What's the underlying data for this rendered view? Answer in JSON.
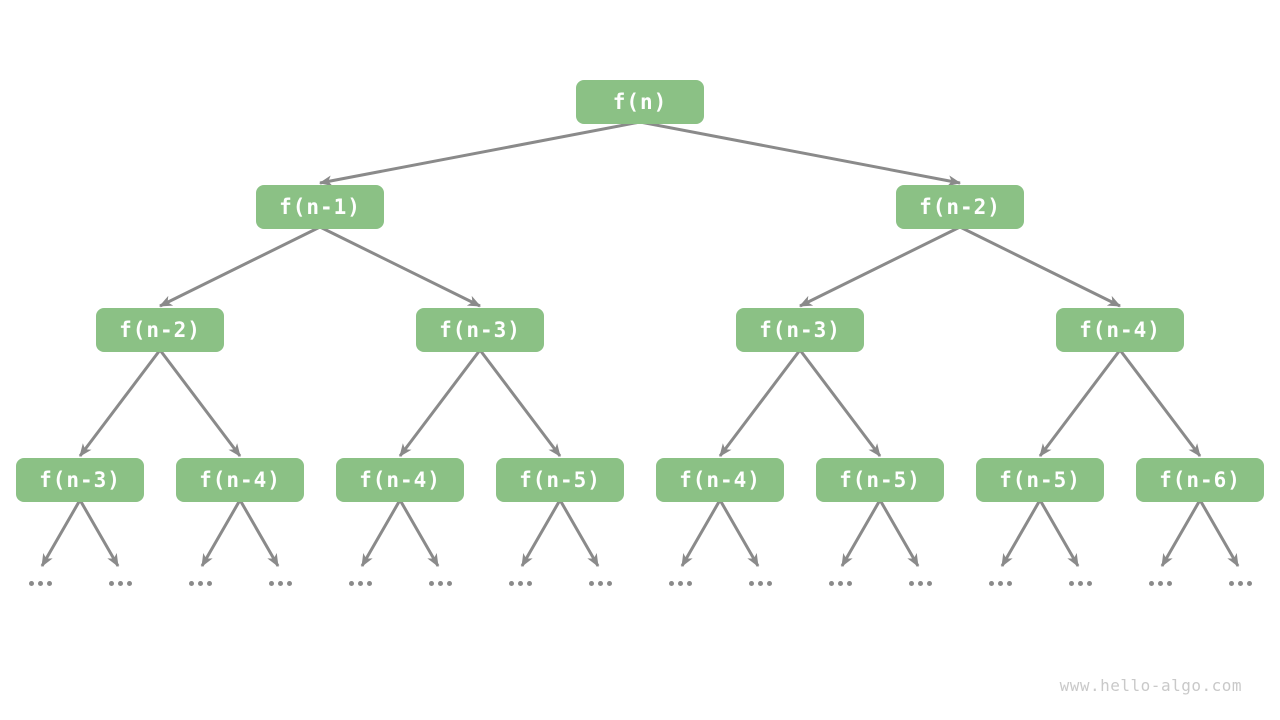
{
  "diagram": {
    "type": "recursion-tree",
    "levels": [
      [
        "f(n)"
      ],
      [
        "f(n-1)",
        "f(n-2)"
      ],
      [
        "f(n-2)",
        "f(n-3)",
        "f(n-3)",
        "f(n-4)"
      ],
      [
        "f(n-3)",
        "f(n-4)",
        "f(n-4)",
        "f(n-5)",
        "f(n-4)",
        "f(n-5)",
        "f(n-5)",
        "f(n-6)"
      ]
    ],
    "leaf_ellipsis": "...",
    "leaf_count": 16,
    "colors": {
      "node_fill": "#8BC185",
      "node_text": "#FFFFFF",
      "arrow": "#8A8A8A",
      "dot": "#8A8A8A",
      "watermark": "#C9C9C9",
      "background": "#FFFFFF"
    }
  },
  "footer": {
    "watermark": "www.hello-algo.com"
  }
}
